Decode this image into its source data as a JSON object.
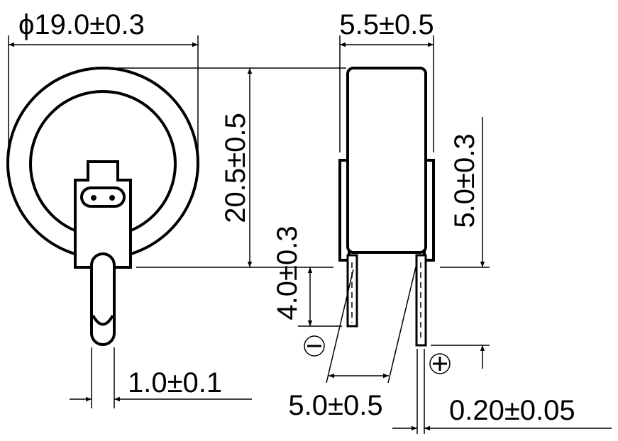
{
  "title": "Coin battery with pin terminals – dimensional drawing",
  "dimensions": {
    "diameter": "ϕ19.0±0.3",
    "width": "5.5±0.5",
    "height": "20.5±0.5",
    "lead_height_neg": "4.0±0.3",
    "lead_height_pos": "5.0±0.3",
    "pin_pitch": "5.0±0.5",
    "pin_width": "1.0±0.1",
    "pin_thickness": "0.20±0.05"
  },
  "symbols": {
    "negative": "negative-terminal",
    "positive": "positive-terminal"
  },
  "colors": {
    "line": "#000000",
    "background": "#ffffff"
  }
}
